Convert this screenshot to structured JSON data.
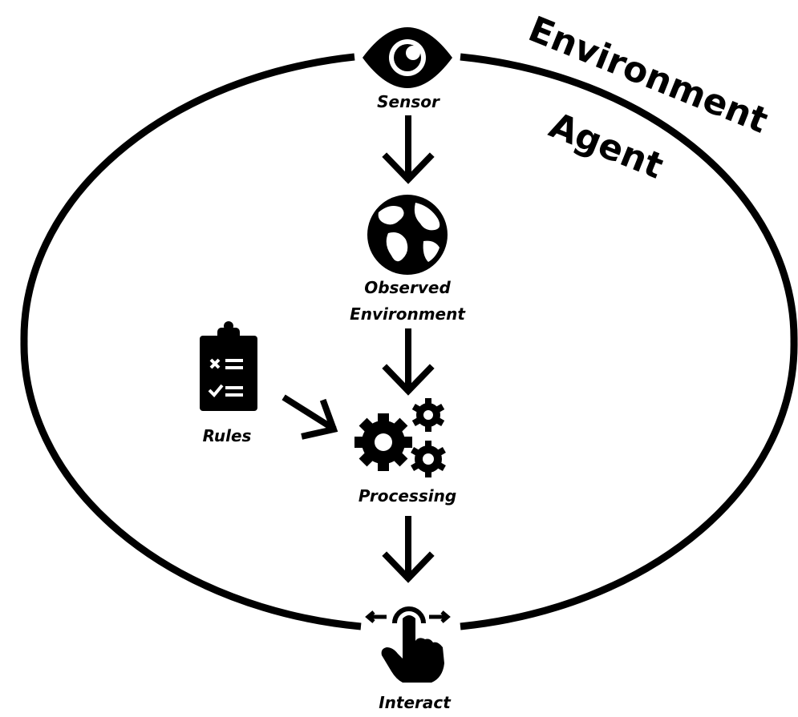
{
  "outer_label": "Environment",
  "inner_label": "Agent",
  "nodes": {
    "sensor": "Sensor",
    "observed_line1": "Observed",
    "observed_line2": "Environment",
    "rules": "Rules",
    "processing": "Processing",
    "interact": "Interact"
  },
  "icons": {
    "sensor": "eye-icon",
    "observed": "globe-icon",
    "rules": "clipboard-checklist-icon",
    "processing": "gears-icon",
    "interact": "tap-gesture-icon"
  },
  "colors": {
    "ink": "#000000",
    "background": "#ffffff"
  }
}
